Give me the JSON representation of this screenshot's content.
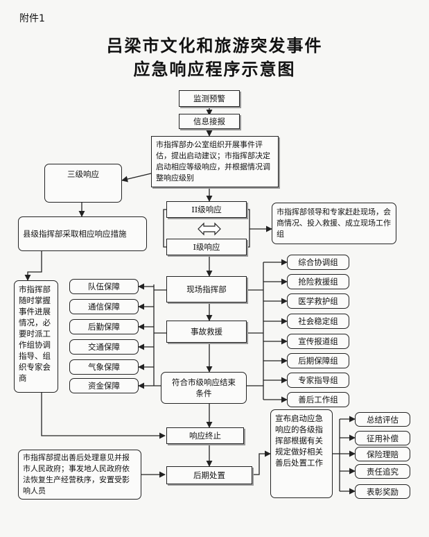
{
  "attachment": "附件1",
  "title_line1": "吕梁市文化和旅游突发事件",
  "title_line2": "应急响应程序示意图",
  "nodes": {
    "monitor": "监测预警",
    "info": "信息接报",
    "office": "市指挥部办公室组织开展事件评估，提出启动建议；市指挥部决定启动相应等级响应，并根据情况调整响应级别",
    "level3": "三级响应",
    "county": "县级指挥部采取相应响应措施",
    "level2": "II级响应",
    "level1": "I级响应",
    "leaders": "市指挥部领导和专家赶赴现场，会商情况、投入救援、成立现场工作组",
    "command": "现场指挥部",
    "rescue": "事故救援",
    "end_cond": "符合市级响应结束条件",
    "terminate": "响应终止",
    "aftermath": "后期处置",
    "track": "市指挥部随时掌握事件进展情况，必要时派工作组协调指导、组织专家会商",
    "propose": "市指挥部提出善后处理意见并报市人民政府；事发地人民政府依法恢复生产经营秩序，安置受影响人员",
    "announce": "宣布启动应急响应的各级指挥部根据有关规定做好相关善后处置工作"
  },
  "support": [
    "队伍保障",
    "通信保障",
    "后勤保障",
    "交通保障",
    "气象保障",
    "资金保障"
  ],
  "groups": [
    "综合协调组",
    "抢险救援组",
    "医学救护组",
    "社会稳定组",
    "宣传报道组",
    "后期保障组",
    "专家指导组",
    "善后工作组"
  ],
  "followups": [
    "总结评估",
    "征用补偿",
    "保险理赔",
    "责任追究",
    "表彰奖励"
  ]
}
